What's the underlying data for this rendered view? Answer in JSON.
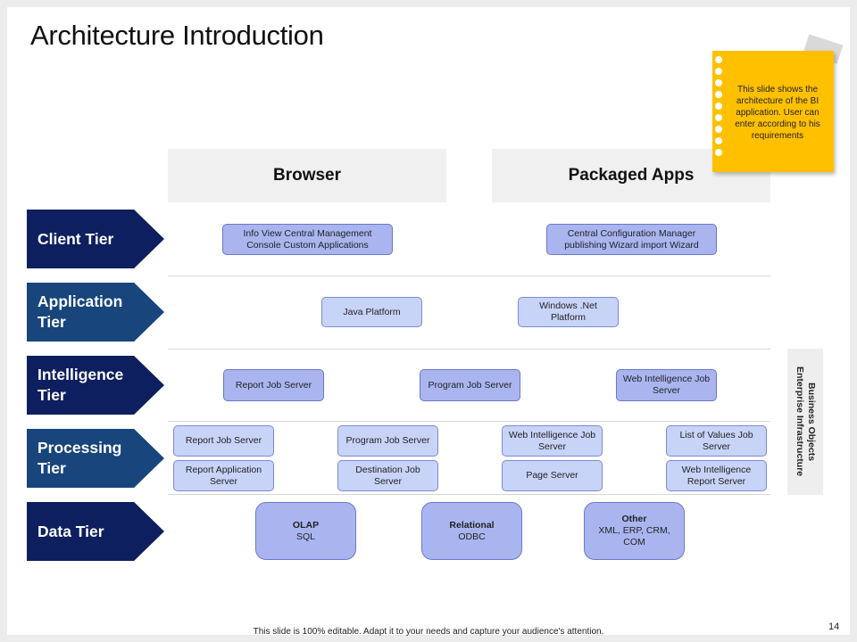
{
  "slide": {
    "title": "Architecture Introduction",
    "page_number": "14",
    "footer": "This slide is 100% editable. Adapt it to your needs and capture your audience's attention."
  },
  "columns": {
    "browser": "Browser",
    "packaged_apps": "Packaged Apps"
  },
  "tiers": {
    "client": "Client Tier",
    "application": "Application Tier",
    "intelligence": "Intelligence Tier",
    "processing": "Processing Tier",
    "data": "Data Tier"
  },
  "client": {
    "infoview": "Info View Central Management Console Custom Applications",
    "ccm": "Central Configuration Manager publishing Wizard import Wizard"
  },
  "application": {
    "java": "Java Platform",
    "dotnet": "Windows .Net Platform"
  },
  "intelligence": {
    "report": "Report Job Server",
    "program": "Program Job Server",
    "webi": "Web Intelligence Job Server"
  },
  "processing": {
    "report_job": "Report Job Server",
    "report_app": "Report Application Server",
    "program_job": "Program Job Server",
    "destination_job": "Destination Job Server",
    "webi_job": "Web Intelligence Job Server",
    "page": "Page Server",
    "lov": "List of Values Job Server",
    "webi_report": "Web Intelligence Report Server"
  },
  "data": {
    "olap_title": "OLAP",
    "olap_sub": "SQL",
    "relational_title": "Relational",
    "relational_sub": "ODBC",
    "other_title": "Other",
    "other_sub": "XML, ERP, CRM, COM"
  },
  "side_panel": {
    "line1": "Business Objects",
    "line2": "Enterprise Infrastructure"
  },
  "note": {
    "text": "This slide shows the architecture of the BI application. User can enter according to his requirements"
  },
  "colors": {
    "tier_dark": "#0e1f5f",
    "tier_mid": "#17457c",
    "box_fill": "#aab5f0",
    "note_fill": "#ffc000"
  }
}
